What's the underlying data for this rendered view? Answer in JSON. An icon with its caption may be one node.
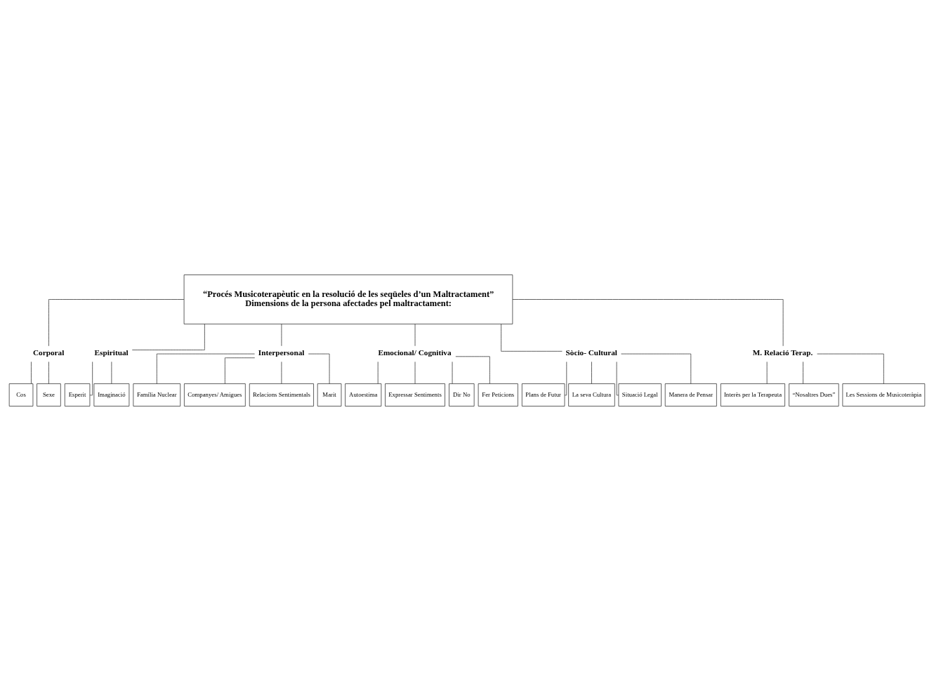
{
  "diagram": {
    "nodes": [
      {
        "text": [
          "“Procés Musicoterapèutic en la resolució de les seqüeles d’un Maltractament”",
          "Dimensions de la persona afectades pel maltractament:"
        ]
      },
      {
        "text": [
          "Corporal"
        ]
      },
      {
        "text": [
          "Espiritual"
        ]
      },
      {
        "text": [
          "Interpersonal"
        ]
      },
      {
        "text": [
          "Emocional/ Cognitiva"
        ]
      },
      {
        "text": [
          "Sòcio- Cultural"
        ]
      },
      {
        "text": [
          "M. Relació Terap."
        ]
      },
      {
        "text": [
          "Cos"
        ]
      },
      {
        "text": [
          "Sexe"
        ]
      },
      {
        "text": [
          "Esperit"
        ]
      },
      {
        "text": [
          "Imaginació"
        ]
      },
      {
        "text": [
          "Família Nuclear"
        ]
      },
      {
        "text": [
          "Companyes/ Amigues"
        ]
      },
      {
        "text": [
          "Relacions Sentimentals"
        ]
      },
      {
        "text": [
          "Marit"
        ]
      },
      {
        "text": [
          "Autoestima"
        ]
      },
      {
        "text": [
          "Expressar Sentiments"
        ]
      },
      {
        "text": [
          "Dir No"
        ]
      },
      {
        "text": [
          "Fer Peticions"
        ]
      },
      {
        "text": [
          "Plans de Futur"
        ]
      },
      {
        "text": [
          "La seva Cultura"
        ]
      },
      {
        "text": [
          "Situació Legal"
        ]
      },
      {
        "text": [
          "Manera de Pensar"
        ]
      },
      {
        "text": [
          "Interès per la Terapeuta"
        ]
      },
      {
        "text": [
          "“Nosaltres Dues”"
        ]
      },
      {
        "text": [
          "Les Sessions de Musicoteràpia"
        ]
      }
    ],
    "edges": [
      {
        "from": 0,
        "to": 1,
        "arrow": "none"
      },
      {
        "from": 0,
        "to": 2,
        "arrow": "none"
      },
      {
        "from": 0,
        "to": 3,
        "arrow": "none"
      },
      {
        "from": 0,
        "to": 4,
        "arrow": "none"
      },
      {
        "from": 0,
        "to": 5,
        "arrow": "none"
      },
      {
        "from": 0,
        "to": 6,
        "arrow": "none"
      },
      {
        "from": 1,
        "to": 7,
        "arrow": "none"
      },
      {
        "from": 1,
        "to": 8,
        "arrow": "none"
      },
      {
        "from": 2,
        "to": 9,
        "arrow": "none"
      },
      {
        "from": 2,
        "to": 10,
        "arrow": "none"
      },
      {
        "from": 3,
        "to": 11,
        "arrow": "none"
      },
      {
        "from": 3,
        "to": 12,
        "arrow": "none"
      },
      {
        "from": 3,
        "to": 13,
        "arrow": "none"
      },
      {
        "from": 3,
        "to": 14,
        "arrow": "none"
      },
      {
        "from": 4,
        "to": 15,
        "arrow": "none"
      },
      {
        "from": 4,
        "to": 16,
        "arrow": "none"
      },
      {
        "from": 4,
        "to": 17,
        "arrow": "none"
      },
      {
        "from": 4,
        "to": 18,
        "arrow": "none"
      },
      {
        "from": 5,
        "to": 19,
        "arrow": "none"
      },
      {
        "from": 5,
        "to": 20,
        "arrow": "none"
      },
      {
        "from": 5,
        "to": 21,
        "arrow": "none"
      },
      {
        "from": 5,
        "to": 22,
        "arrow": "none"
      },
      {
        "from": 6,
        "to": 23,
        "arrow": "none"
      },
      {
        "from": 6,
        "to": 24,
        "arrow": "none"
      },
      {
        "from": 6,
        "to": 25,
        "arrow": "none"
      }
    ]
  }
}
